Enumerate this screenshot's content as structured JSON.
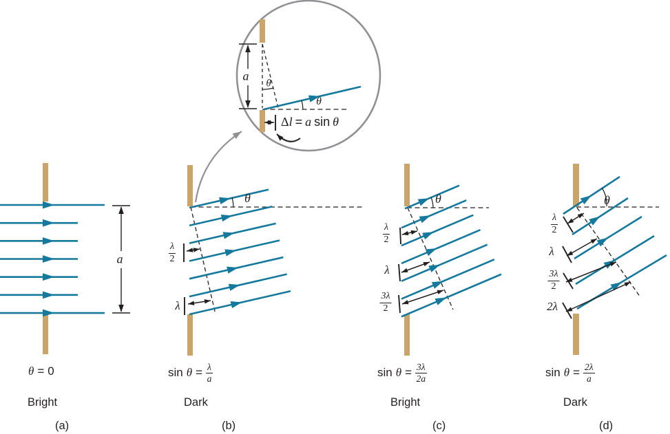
{
  "colors": {
    "ray": "#14799d",
    "slit": "#cba46a",
    "ink": "#231f20",
    "gray": "#8f9194",
    "background": "#ffffff"
  },
  "inset": {
    "a_label": "a",
    "theta_triangle": "θ",
    "theta_ray": "θ",
    "formula": {
      "delta": "Δ",
      "l": "l",
      "eq": "=",
      "a": "a",
      "fn": "sin",
      "theta": "θ"
    }
  },
  "panels": [
    {
      "caption": "(a)",
      "condition": "Bright",
      "a_label": "a",
      "formula": {
        "var": "θ",
        "eq": "=",
        "val": "0"
      }
    },
    {
      "caption": "(b)",
      "condition": "Dark",
      "theta": "θ",
      "path_labels": [
        {
          "num": "λ",
          "den": "2"
        },
        {
          "text": "λ"
        }
      ],
      "formula": {
        "fn": "sin",
        "var": "θ",
        "eq": "=",
        "num": "λ",
        "den": "a"
      }
    },
    {
      "caption": "(c)",
      "condition": "Bright",
      "theta": "θ",
      "path_labels": [
        {
          "num": "λ",
          "den": "2"
        },
        {
          "text": "λ"
        },
        {
          "num": "3λ",
          "den": "2"
        }
      ],
      "formula": {
        "fn": "sin",
        "var": "θ",
        "eq": "=",
        "num": "3λ",
        "den": "2a"
      }
    },
    {
      "caption": "(d)",
      "condition": "Dark",
      "theta": "θ",
      "path_labels": [
        {
          "num": "λ",
          "den": "2"
        },
        {
          "text": "λ"
        },
        {
          "num": "3λ",
          "den": "2"
        },
        {
          "text": "2λ"
        }
      ],
      "formula": {
        "fn": "sin",
        "var": "θ",
        "eq": "=",
        "num": "2λ",
        "den": "a"
      }
    }
  ]
}
